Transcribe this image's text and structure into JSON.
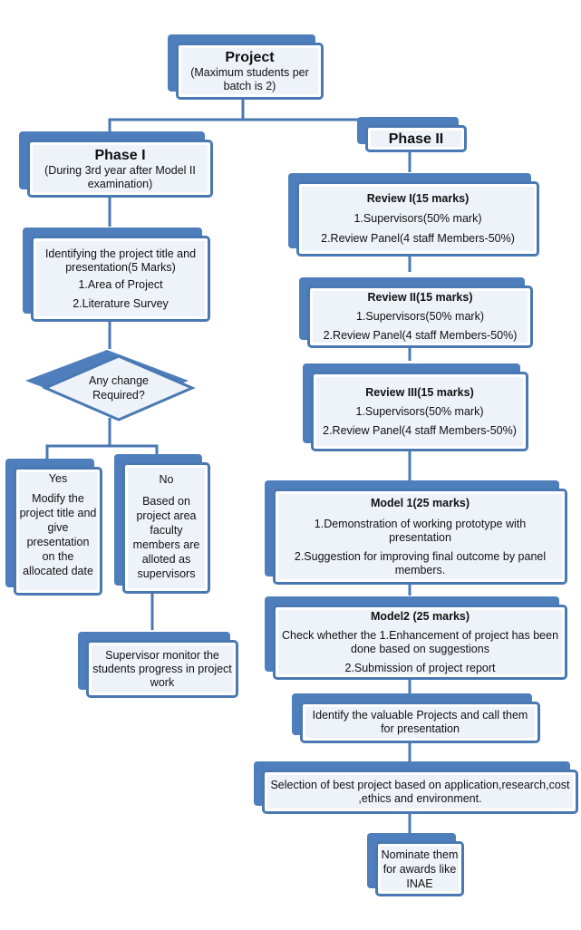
{
  "project": {
    "title": "Project",
    "subtitle": "(Maximum students per batch is 2)"
  },
  "phase1": {
    "title": "Phase I",
    "subtitle": "(During 3rd year after Model II examination)",
    "identify": {
      "title": "Identifying the project title and presentation(5 Marks)",
      "items": [
        "1.Area of Project",
        "2.Literature Survey"
      ]
    },
    "decision": "Any change Required?",
    "yes": {
      "label": "Yes",
      "text": "Modify the project title and give presentation on the allocated date"
    },
    "no": {
      "label": "No",
      "text": "Based on project area faculty members are alloted as supervisors"
    },
    "monitor": "Supervisor monitor the students progress in project work"
  },
  "phase2": {
    "title": "Phase II",
    "reviews": [
      {
        "title": "Review I(15 marks)",
        "items": [
          "1.Supervisors(50% mark)",
          "2.Review Panel(4 staff Members-50%)"
        ]
      },
      {
        "title": "Review II(15 marks)",
        "items": [
          "1.Supervisors(50% mark)",
          "2.Review Panel(4 staff Members-50%)"
        ]
      },
      {
        "title": "Review III(15 marks)",
        "items": [
          "1.Supervisors(50% mark)",
          "2.Review Panel(4 staff Members-50%)"
        ]
      }
    ],
    "model1": {
      "title": "Model 1(25 marks)",
      "items": [
        "1.Demonstration  of working prototype with presentation",
        "2.Suggestion for improving final outcome by panel members."
      ]
    },
    "model2": {
      "title": "Model2 (25 marks)",
      "items": [
        "Check whether the 1.Enhancement of project has been done based on suggestions",
        "2.Submission of project report"
      ]
    },
    "identify_valuable": "Identify the valuable Projects and call them for presentation",
    "selection": "Selection of best project based on application,research,cost ,ethics and environment.",
    "nominate": "Nominate them for awards like INAE"
  },
  "colors": {
    "shadow": "#4e7fbc",
    "border": "#4a78b3",
    "fill": "#eef2f9",
    "connector": "#4a78b3"
  }
}
